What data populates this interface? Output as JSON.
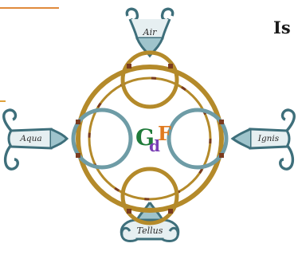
{
  "header": {
    "text": "Is"
  },
  "elements": {
    "top": "Air",
    "left": "Aqua",
    "right": "Ignis",
    "bottom": "Tellus"
  },
  "monogram": {
    "g": "G",
    "d": "d",
    "f": "F"
  },
  "colors": {
    "gold_ring": "#b48a2a",
    "blue_ring": "#6e9ca6",
    "scroll_outline": "#3e6f7b",
    "scroll_fill": "#9fc4cc",
    "band_accent": "#7a3b1f",
    "monogram_g": "#1f7a3a",
    "monogram_d": "#7a3fb5",
    "monogram_f": "#e07a1f"
  }
}
